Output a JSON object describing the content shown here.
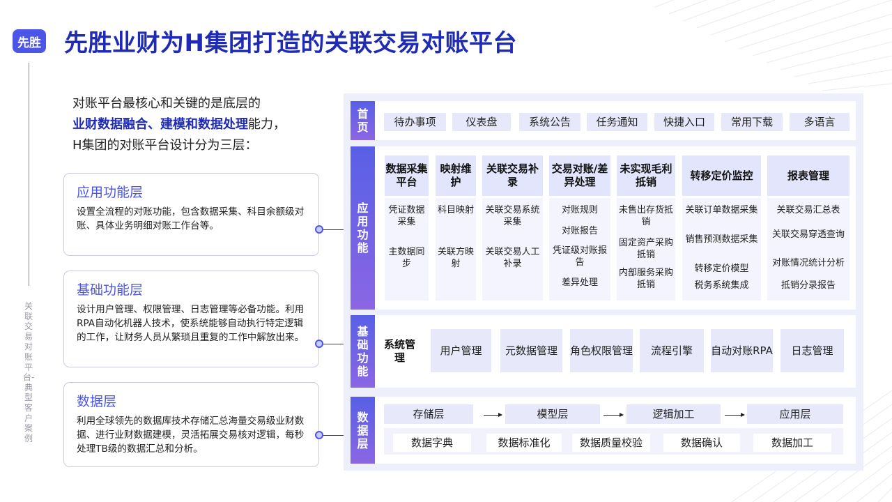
{
  "logo": "先胜",
  "side_text": "关联交易对账平台-典型客户案例",
  "title": "先胜业财为H集团打造的关联交易对账平台",
  "intro": {
    "line1": "对账平台最核心和关键的是底层的",
    "line2_bold": "业财数据融合、建模和数据处理",
    "line2_rest": "能力，",
    "line3": "H集团的对账平台设计分为三层："
  },
  "cards": [
    {
      "title": "应用功能层",
      "desc": "设置全流程的对账功能，包含数据采集、科目余额级对账、具体业务明细对账工作台等。"
    },
    {
      "title": "基础功能层",
      "desc": "设计用户管理、权限管理、日志管理等必备功能。利用RPA自动化机器人技术，使系统能够自动执行特定逻辑的工作，让财务人员从繁琐且重复的工作中解放出来。"
    },
    {
      "title": "数据层",
      "desc": "利用全球领先的数据库技术存储汇总海量交易级业财数据、进行业财数据建模，灵活拓展交易核对逻辑，每秒处理TB级的数据汇总和分析。"
    }
  ],
  "home": {
    "label": "首页",
    "items": [
      "待办事项",
      "仪表盘",
      "系统公告",
      "任务通知",
      "快捷入口",
      "常用下载",
      "多语言"
    ]
  },
  "app": {
    "label": "应用功能",
    "columns": [
      {
        "title": "数据采集平台",
        "items": [
          "凭证数据采集",
          "主数据同步"
        ]
      },
      {
        "title": "映射维护",
        "items": [
          "科目映射",
          "关联方映射"
        ]
      },
      {
        "title": "关联交易补录",
        "items": [
          "关联交易系统采集",
          "关联交易人工补录"
        ]
      },
      {
        "title": "交易对账/差异处理",
        "items": [
          "对账规则",
          "对账报告",
          "凭证级对账报告",
          "差异处理"
        ]
      },
      {
        "title": "未实现毛利抵销",
        "items": [
          "未售出存货抵销",
          "固定资产采购抵销",
          "内部服务采购抵销"
        ]
      },
      {
        "title": "转移定价监控",
        "items": [
          "关联订单数据采集",
          "销售预测数据采集",
          "转移定价模型",
          "税务系统集成"
        ]
      },
      {
        "title": "报表管理",
        "items": [
          "关联交易汇总表",
          "关联交易穿透查询",
          "对账情况统计分析",
          "抵销分录报告"
        ]
      }
    ]
  },
  "base": {
    "label": "基础功能",
    "system": "系统管理",
    "items": [
      "用户管理",
      "元数据管理",
      "角色权限管理",
      "流程引擎",
      "自动对账RPA",
      "日志管理"
    ]
  },
  "data": {
    "label": "数据层",
    "flow": [
      "存储层",
      "模型层",
      "逻辑加工",
      "应用层"
    ],
    "items": [
      "数据字典",
      "数据标准化",
      "数据质量校验",
      "数据确认",
      "数据加工"
    ]
  }
}
